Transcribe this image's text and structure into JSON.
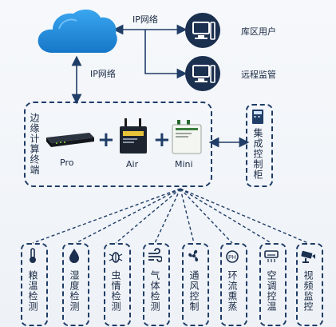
{
  "network": {
    "ip_top": "IP网络",
    "ip_left": "IP网络",
    "user_warehouse": "库区用户",
    "user_remote": "远程监管"
  },
  "edge": {
    "title": "边缘计算终端",
    "devices": [
      {
        "label": "Pro"
      },
      {
        "label": "Air"
      },
      {
        "label": "Mini"
      }
    ]
  },
  "cabinet": {
    "label": "集成控制柜"
  },
  "modules": [
    {
      "label": "粮温检测",
      "icon": "thermometer-icon"
    },
    {
      "label": "湿度检测",
      "icon": "water-drop-icon"
    },
    {
      "label": "虫情检测",
      "icon": "bug-icon"
    },
    {
      "label": "气体检测",
      "icon": "wind-icon"
    },
    {
      "label": "通风控制",
      "icon": "fan-icon"
    },
    {
      "label": "环流熏蒸",
      "icon": "fumigation-icon"
    },
    {
      "label": "空调控温",
      "icon": "air-conditioner-icon"
    },
    {
      "label": "视频监控",
      "icon": "camera-icon"
    }
  ],
  "colors": {
    "navy": "#1f3d66",
    "cloud_blue": "#1d8fe1",
    "icon_dark": "#1b2f4f"
  }
}
